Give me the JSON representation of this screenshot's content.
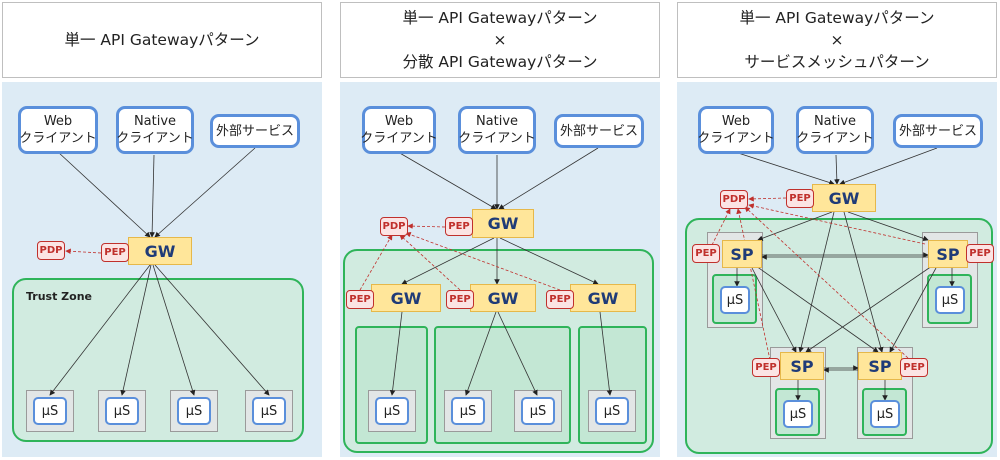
{
  "panels": [
    {
      "title_lines": [
        "単一 API Gatewayパターン"
      ],
      "clients": [
        "Webクライアント",
        "Nativeクライアント",
        "外部サービス"
      ],
      "zone_label": "Trust Zone"
    },
    {
      "title_lines": [
        "単一 API Gatewayパターン",
        "×",
        "分散 API Gatewayパターン"
      ],
      "clients": [
        "Webクライアント",
        "Nativeクライアント",
        "外部サービス"
      ]
    },
    {
      "title_lines": [
        "単一 API Gatewayパターン",
        "×",
        "サービスメッシュパターン"
      ],
      "clients": [
        "Webクライアント",
        "Nativeクライアント",
        "外部サービス"
      ]
    }
  ],
  "labels": {
    "web_line1": "Web",
    "web_line2": "クライアント",
    "native_line1": "Native",
    "native_line2": "クライアント",
    "external": "外部サービス",
    "gateway": "GW",
    "sidecar_proxy": "SP",
    "pep": "PEP",
    "pdp": "PDP",
    "microservice": "μS"
  },
  "colors": {
    "canvas": "#ddebf5",
    "trust_zone_border": "#2fb45a",
    "trust_zone_fill": "#d1ebe0",
    "gateway_fill": "#ffe69a",
    "gateway_text": "#1f3b78",
    "client_border": "#5a8fdb",
    "policy_red": "#c0302c"
  }
}
